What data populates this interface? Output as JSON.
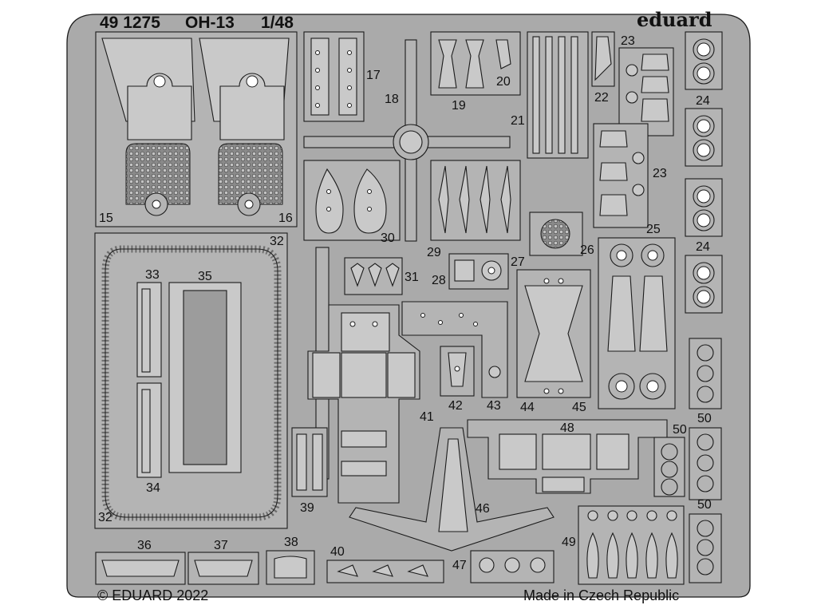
{
  "header": {
    "catalog_number": "49 1275",
    "model": "OH-13",
    "scale": "1/48",
    "brand": "eduard"
  },
  "footer": {
    "copyright": "© EDUARD 2022",
    "origin": "Made in Czech Republic"
  },
  "colors": {
    "fret_fill": "#aaaaaa",
    "part_fill": "#b4b4b4",
    "outline": "#1b1b1b",
    "background": "#ffffff"
  },
  "part_labels": {
    "p15": "15",
    "p16": "16",
    "p17": "17",
    "p18": "18",
    "p19": "19",
    "p20": "20",
    "p21": "21",
    "p22": "22",
    "p23a": "23",
    "p23b": "23",
    "p24a": "24",
    "p24b": "24",
    "p25": "25",
    "p26": "26",
    "p27": "27",
    "p28": "28",
    "p29": "29",
    "p30": "30",
    "p31": "31",
    "p32a": "32",
    "p32b": "32",
    "p33": "33",
    "p34": "34",
    "p35": "35",
    "p36": "36",
    "p37": "37",
    "p38": "38",
    "p39": "39",
    "p40": "40",
    "p41": "41",
    "p42": "42",
    "p43": "43",
    "p44": "44",
    "p45": "45",
    "p46": "46",
    "p47": "47",
    "p48": "48",
    "p49": "49",
    "p50a": "50",
    "p50b": "50"
  }
}
